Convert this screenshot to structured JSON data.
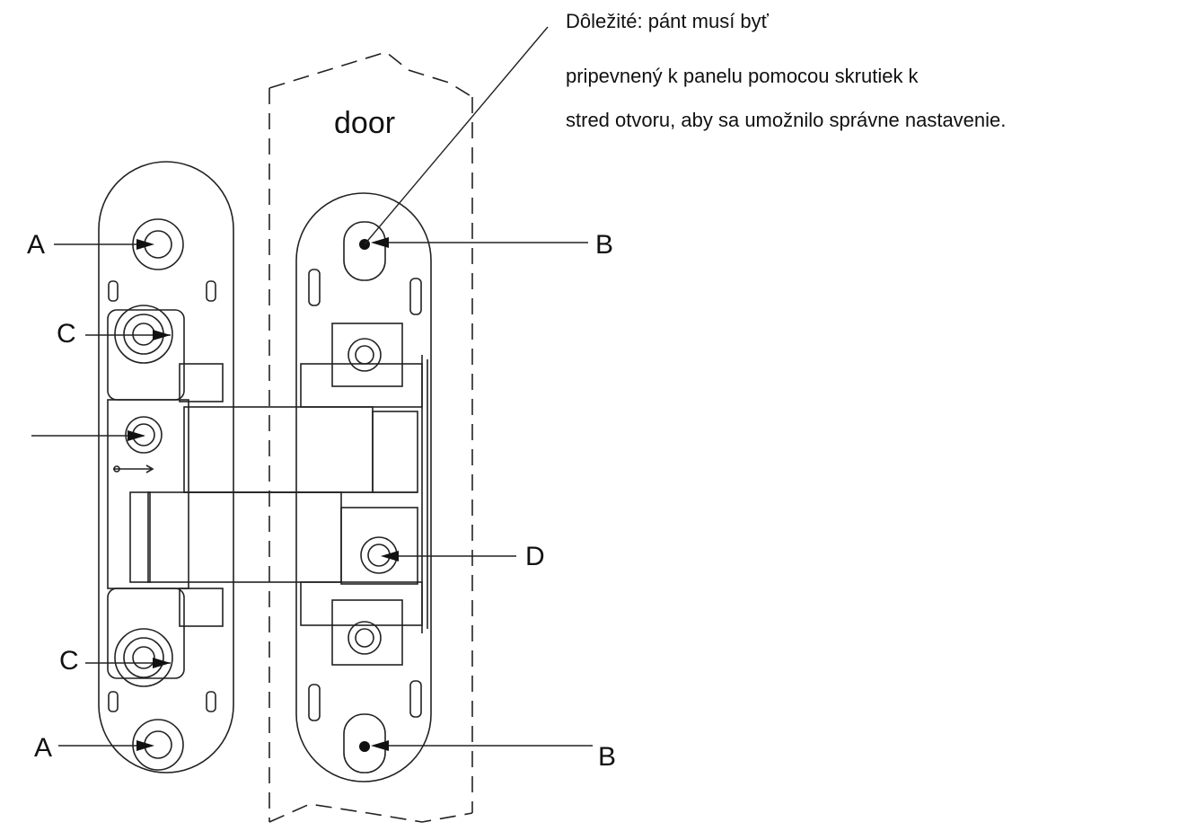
{
  "note": {
    "line1": "Dôležité: pánt musí byť",
    "line2": "pripevnený k panelu pomocou skrutiek k",
    "line3": "stred otvoru, aby sa umožnilo správne nastavenie."
  },
  "door_label": "door",
  "labels": {
    "a_top": "A",
    "a_bottom": "A",
    "b_top": "B",
    "b_bottom": "B",
    "c_top": "C",
    "c_bottom": "C",
    "d": "D"
  }
}
